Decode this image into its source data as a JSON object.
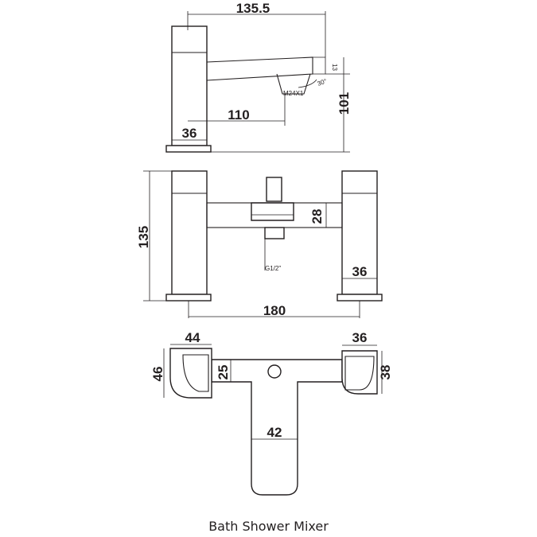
{
  "side_view": {
    "dim_spout_length": "135.5",
    "dim_spout_reach": "110",
    "dim_body_width": "36",
    "dim_height": "101",
    "dim_spout_drop": "13",
    "dim_angle": "30°",
    "dim_thread": "M24X1"
  },
  "front_view": {
    "dim_height": "135",
    "dim_bridge": "28",
    "dim_body_width": "36",
    "dim_centres": "180",
    "dim_outlet": "G1/2\""
  },
  "plan_view": {
    "dim_left_width": "44",
    "dim_right_width": "36",
    "dim_left_depth": "46",
    "dim_bridge_depth": "25",
    "dim_right_depth": "38",
    "dim_spout_width": "42"
  },
  "caption": "Bath Shower Mixer"
}
